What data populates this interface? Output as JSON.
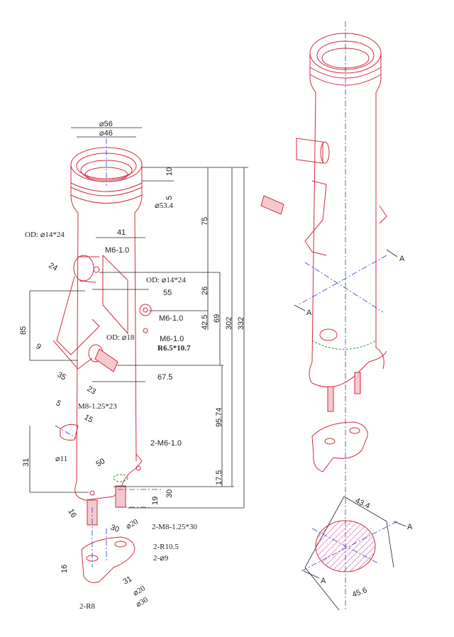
{
  "left_view": {
    "dims": {
      "d56": "⌀56",
      "d46": "⌀46",
      "h10": "10",
      "h5": "5",
      "d53_4": "⌀53.4",
      "h75": "75",
      "od_top_left": "OD: ⌀14*24",
      "w41": "41",
      "m6_top": "M6-1.0",
      "a24": "24",
      "od_right": "OD: ⌀14*24",
      "w55": "55",
      "h26": "26",
      "m6_mid": "M6-1.0",
      "h42_5": "42.5",
      "h69": "69",
      "h302": "302",
      "h332": "332",
      "h85": "85",
      "od18": "OD: ⌀18",
      "m6_low": "M6-1.0",
      "r6_5": "R6.5*10.7",
      "a9": "9",
      "a35": "35",
      "w67_5": "67.5",
      "a23": "23",
      "m8_23": "M8-1.25*23",
      "h95_74": "95.74",
      "a5": "5",
      "a15": "15",
      "d11": "⌀11",
      "h31": "31",
      "a50": "50",
      "m6_2": "2-M6-1.0",
      "h17_5": "17.5",
      "h19": "19",
      "h30": "30",
      "a16": "16",
      "d20_top": "⌀20",
      "m8_30": "2-M8-1.25*30",
      "a30": "30",
      "r10_5": "2-R10.5",
      "d9": "2-⌀9",
      "h16": "16",
      "a31": "31",
      "d20": "⌀20",
      "d30": "⌀30",
      "r8": "2-R8"
    }
  },
  "right_view": {
    "section_label_a1": "A",
    "section_label_a2": "A",
    "section_label_a3": "A",
    "section_label_a4": "A",
    "dim_43_4": "43.4",
    "dim_45_6": "45.6"
  },
  "colors": {
    "outline": "#d42a3c",
    "centerline": "#2b3fb8",
    "dimension": "#222222"
  }
}
